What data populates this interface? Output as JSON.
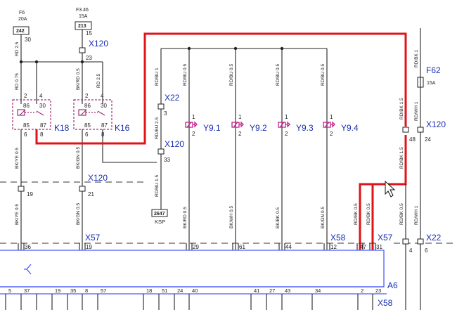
{
  "fuses": {
    "f6": {
      "name": "F6",
      "rating": "20A",
      "box": "242",
      "pin": "30"
    },
    "f346": {
      "name": "F3.46",
      "rating": "15A",
      "box": "213",
      "pin": "15"
    },
    "f62": {
      "name": "F62",
      "rating": "15A"
    }
  },
  "connectors": {
    "x120_top": "X120",
    "x22_mid": "X22",
    "x120_mid": "X120",
    "x120_low": "X120",
    "x120_right": "X120",
    "x57_left": "X57",
    "x58_mid": "X58",
    "x57_right": "X57",
    "x22_right": "X22",
    "x58_bottom": "X58"
  },
  "components": {
    "k18": "K18",
    "k16": "K16",
    "y91": "Y9.1",
    "y92": "Y9.2",
    "y93": "Y9.3",
    "y94": "Y9.4",
    "a6": "A6",
    "ksp_box": "2647",
    "ksp": "KSP"
  },
  "wires": {
    "w1": "RD 2.5",
    "w2": "RD 0.75",
    "w3": "BK/RD 0.5",
    "w4": "RD 2.5",
    "w5": "RD/BU 1",
    "w6": "RD/BU 2.5",
    "w7": "RD/BU 1.5",
    "w8": "RD/BU 0.5",
    "w9": "RD/BU 0.5",
    "w10": "RD/BU 0.5",
    "w11": "RD/BU 0.5",
    "w12": "BK/YE 0.5",
    "w13": "BK/GN 0.5",
    "w14": "BK/YE 0.5",
    "w15": "BK/GN 0.5",
    "w16": "BK/RD 0.5",
    "w17": "BK/WH 0.5",
    "w18": "BK/BK 0.5",
    "w19": "BK/GN 0.5",
    "w20": "RD/BK 1",
    "w21": "RD/BK 1.5",
    "w22": "RD/WH 1",
    "w23": "RD/BK 1.5",
    "w24": "RD/BK 0.5",
    "w25": "RD/BK 0.5",
    "w26": "RD/BK 0.5",
    "w27": "RD/WH 1"
  },
  "pins": {
    "p30": "30",
    "p23": "23",
    "p15": "15",
    "k18_2": "2",
    "k18_4": "4",
    "k18_86": "86",
    "k18_30": "30",
    "k18_85": "85",
    "k18_87": "87",
    "k18_6": "6",
    "k18_8": "8",
    "k16_2": "2",
    "k16_4": "4",
    "k16_86": "86",
    "k16_30": "30",
    "k16_85": "85",
    "k16_87": "87",
    "k16_6": "6",
    "k16_8": "8",
    "x22_3": "3",
    "x120_33": "33",
    "x120_19": "19",
    "x120_21": "21",
    "y1a": "1",
    "y2a": "2",
    "y1b": "1",
    "y2b": "2",
    "y1c": "1",
    "y2c": "2",
    "y1d": "1",
    "y2d": "2",
    "x120r_48": "48",
    "x120r_24": "24",
    "x57_36": "36",
    "x57_19": "19",
    "x58_29": "29",
    "x58_61": "61",
    "x58_44": "44",
    "x58_12": "12",
    "x57_47": "47",
    "x57_31": "31",
    "x22_4": "4",
    "x22_6": "6"
  },
  "bottom_row": [
    "5",
    "37",
    "19",
    "35",
    "8",
    "57",
    "18",
    "51",
    "24",
    "40",
    "41",
    "27",
    "43",
    "34",
    "2",
    "23"
  ],
  "colors": {
    "wire": "#222222",
    "power": "#e0121a",
    "module": "#4a5cff",
    "label": "#1a2fb0",
    "relay": "#a0307a"
  }
}
